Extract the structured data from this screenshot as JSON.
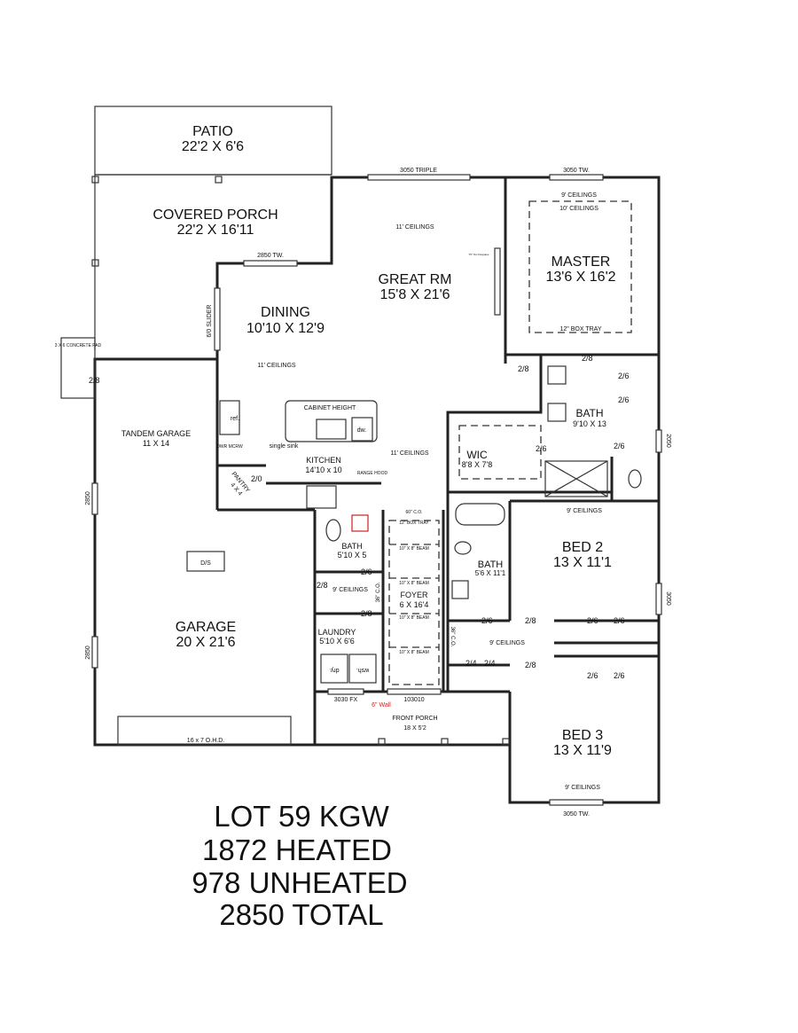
{
  "rooms": {
    "patio": {
      "name": "PATIO",
      "size": "22'2 X 6'6"
    },
    "covered_porch": {
      "name": "COVERED PORCH",
      "size": "22'2 X 16'11"
    },
    "great_rm": {
      "name": "GREAT RM",
      "size": "15'8 X 21'6",
      "ceiling": "11' CEILINGS",
      "fireplace": "75\" Ovi Fireplace"
    },
    "dining": {
      "name": "DINING",
      "size": "10'10 X 12'9",
      "ceiling": "11' CEILINGS"
    },
    "master": {
      "name": "MASTER",
      "size": "13'6 X 16'2",
      "ceiling_outer": "9' CEILINGS",
      "ceiling_inner": "10' CEILINGS",
      "tray": "12\" BOX TRAY"
    },
    "master_bath": {
      "name": "BATH",
      "size": "9'10 X 13"
    },
    "wic": {
      "name": "WIC",
      "size": "8'8 X 7'8"
    },
    "tandem_garage": {
      "name": "TANDEM GARAGE",
      "size": "11 X 14"
    },
    "kitchen": {
      "name": "KITCHEN",
      "size": "14'10 x 10",
      "ceiling": "11' CEILINGS",
      "cabinet": "CABINET HEIGHT",
      "sink": "single sink",
      "dw": "dw.",
      "ref": "ref.",
      "dwr": "DWR MCRW",
      "range_hood": "RANGE HOOD"
    },
    "pantry": {
      "name": "PANTRY",
      "size": "4 X 4"
    },
    "garage": {
      "name": "GARAGE",
      "size": "20 X 21'6",
      "ds": "D/S",
      "door": "16 x 7 O.H.D."
    },
    "half_bath": {
      "name": "BATH",
      "size": "5'10 X 5"
    },
    "laundry": {
      "name": "LAUNDRY",
      "size": "5'10 X 6'6",
      "dry": "dry.",
      "wsh": "wsh."
    },
    "hall_ceiling": "9' CEILINGS",
    "foyer": {
      "name": "FOYER",
      "size": "6 X 16'4",
      "co": "60\" C.O.",
      "tray": "12\" BOX TRAY",
      "beam": "10\" X 8\" BEAM"
    },
    "hall_bath": {
      "name": "BATH",
      "size": "5'6 X 11'1"
    },
    "bed2": {
      "name": "BED 2",
      "size": "13 X 11'1",
      "ceiling": "9' CEILINGS"
    },
    "bed3": {
      "name": "BED 3",
      "size": "13 X 11'9",
      "ceiling": "9' CEILINGS"
    },
    "front_porch": {
      "name": "FRONT PORCH",
      "size": "18 X 5'2"
    },
    "hall2_ceiling": "9' CEILINGS",
    "concrete_pad": "3 X 6 CONCRETE PAD"
  },
  "labels": {
    "w_3050_triple": "3050 TRIPLE",
    "w_3050_tw_top": "3050 TW.",
    "w_2850_tw": "2850 TW.",
    "slider": "6/0 SLIDER",
    "w_2850_a": "2850",
    "w_2850_b": "2850",
    "w_2050": "2050",
    "w_3050_bed2": "3050",
    "w_3030fx": "3030 FX",
    "door_103010": "103010",
    "wall_note": "6\" Wall",
    "w_3050_tw_bot": "3050 TW.",
    "co36": "36\" C.O.",
    "co36b": "36\" C.O.",
    "d28": "2/8",
    "d26": "2/6",
    "d20": "2/0",
    "d24": "2/4"
  },
  "summary": {
    "lot": "LOT 59 KGW",
    "heated": "1872 HEATED",
    "unheated": "978 UNHEATED",
    "total": "2850 TOTAL"
  },
  "colors": {
    "note_red": "#cc2222"
  }
}
